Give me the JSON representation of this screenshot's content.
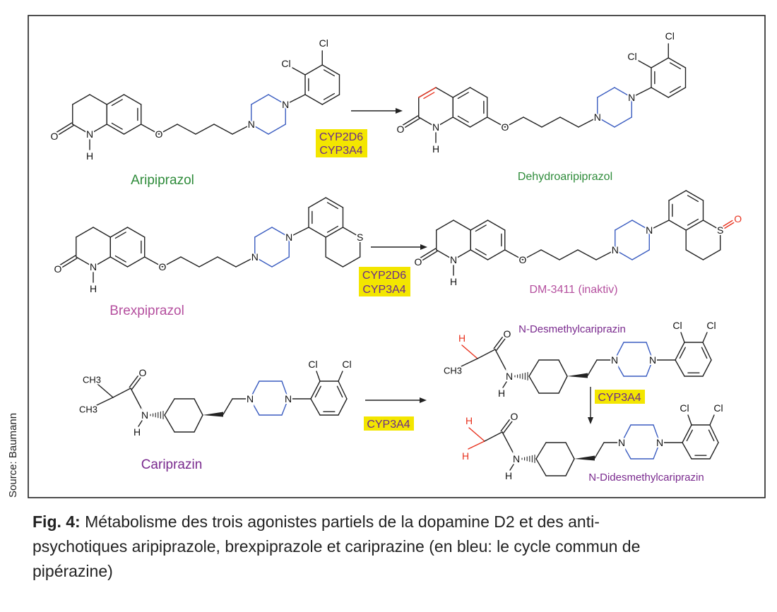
{
  "figure": {
    "molecules": {
      "aripiprazol": "Aripiprazol",
      "dehydroaripiprazol": "Dehydroaripiprazol",
      "brexpiprazol": "Brexpiprazol",
      "dm3411": "DM-3411 (inaktiv)",
      "cariprazin": "Cariprazin",
      "desmethyl": "N-Desmethylcariprazin",
      "didesmethyl": "N-Didesmethylcariprazin"
    },
    "enzymes": {
      "arip": [
        "CYP2D6",
        "CYP3A4"
      ],
      "brex": [
        "CYP2D6",
        "CYP3A4"
      ],
      "carip": [
        "CYP3A4"
      ],
      "desmethyl": [
        "CYP3A4"
      ]
    },
    "atoms": {
      "N": "N",
      "O": "O",
      "H": "H",
      "Cl": "Cl",
      "S": "S",
      "CH3": "CH3"
    },
    "colors": {
      "bond": "#222222",
      "piperazine": "#3a5cc0",
      "highlight_red": "#e8321e",
      "green_label": "#2e8b3a",
      "pink_label": "#b5509f",
      "purple_label": "#7a2a8e",
      "enzyme_bg": "#f3e600",
      "enzyme_text": "#6a2a8a"
    }
  },
  "source": "Source: Baumann",
  "caption": {
    "label": "Fig. 4:",
    "line1": " Métabolisme des trois agonistes partiels de la dopamine D2 et des anti-",
    "line2": "psychotiques aripiprazole, brexpiprazole et cariprazine (en bleu: le cycle commun de",
    "line3": "pipérazine)"
  }
}
